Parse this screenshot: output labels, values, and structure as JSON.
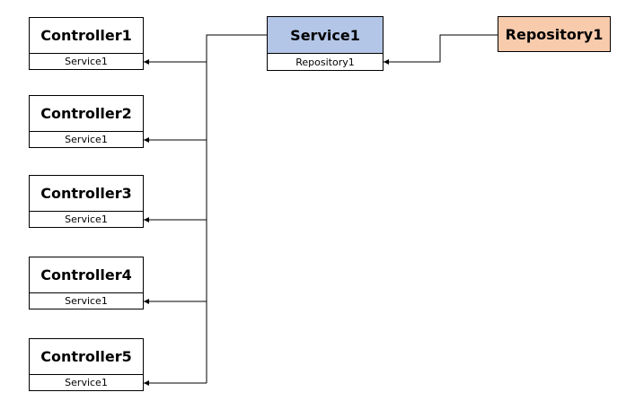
{
  "controllers": [
    {
      "title": "Controller1",
      "dependency": "Service1"
    },
    {
      "title": "Controller2",
      "dependency": "Service1"
    },
    {
      "title": "Controller3",
      "dependency": "Service1"
    },
    {
      "title": "Controller4",
      "dependency": "Service1"
    },
    {
      "title": "Controller5",
      "dependency": "Service1"
    }
  ],
  "service": {
    "title": "Service1",
    "dependency": "Repository1",
    "color": "#b4c6e7"
  },
  "repository": {
    "title": "Repository1",
    "color": "#f8cbad"
  }
}
